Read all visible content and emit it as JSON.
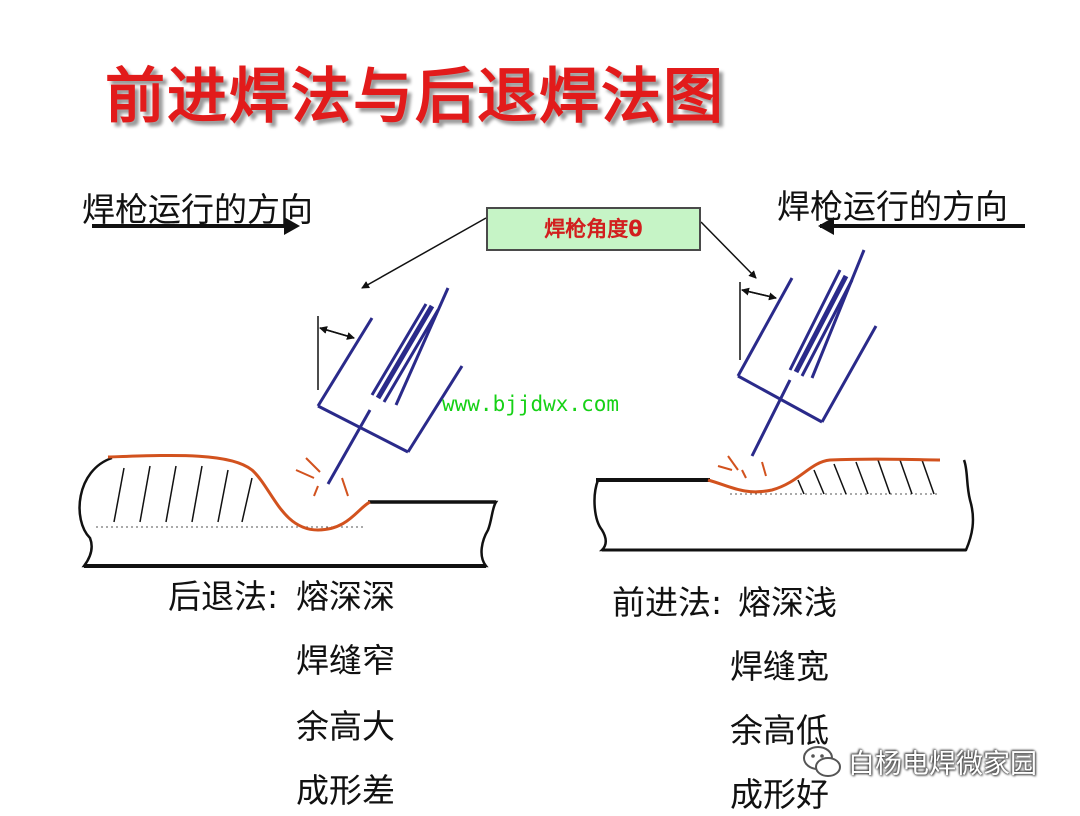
{
  "title": "前进焊法与后退焊法图",
  "left": {
    "direction_label": "焊枪运行的方向",
    "method": "后退法:",
    "properties": [
      "熔深深",
      "焊缝窄",
      "余高大",
      "成形差"
    ]
  },
  "right": {
    "direction_label": "焊枪运行的方向",
    "method": "前进法:",
    "properties": [
      "熔深浅",
      "焊缝宽",
      "余高低",
      "成形好"
    ]
  },
  "angle_label": "焊枪角度θ",
  "url": "www.bjjdwx.com",
  "watermark": "白杨电焊微家园",
  "colors": {
    "title": "#e21b1b",
    "torch": "#2a2a8a",
    "weld_bead": "#d2521e",
    "angle_box_bg": "#c6f4c6",
    "url": "#16d116"
  }
}
